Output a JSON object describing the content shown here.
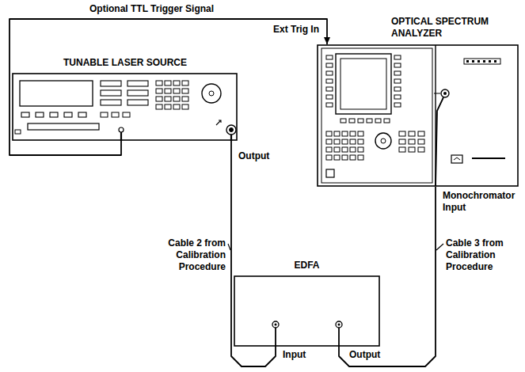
{
  "diagram": {
    "nodes": [
      {
        "text": [
          "TUNABLE LASER SOURCE"
        ]
      },
      {
        "text": [
          "OPTICAL SPECTRUM ANALYZER"
        ]
      },
      {
        "text": [
          "EDFA"
        ]
      }
    ],
    "edges": [
      {
        "from": 0,
        "to": 1,
        "arrow": "to",
        "label": "Optional TTL Trigger Signal"
      },
      {
        "from": 0,
        "to": 2,
        "arrow": "none",
        "label": "Cable 2 from Calibration Procedure"
      },
      {
        "from": 2,
        "to": 1,
        "arrow": "none",
        "label": "Cable 3 from Calibration Procedure"
      }
    ],
    "labels": [
      "Ext Trig In",
      "Output",
      "Input",
      "Output",
      "Monochromator Input"
    ]
  }
}
